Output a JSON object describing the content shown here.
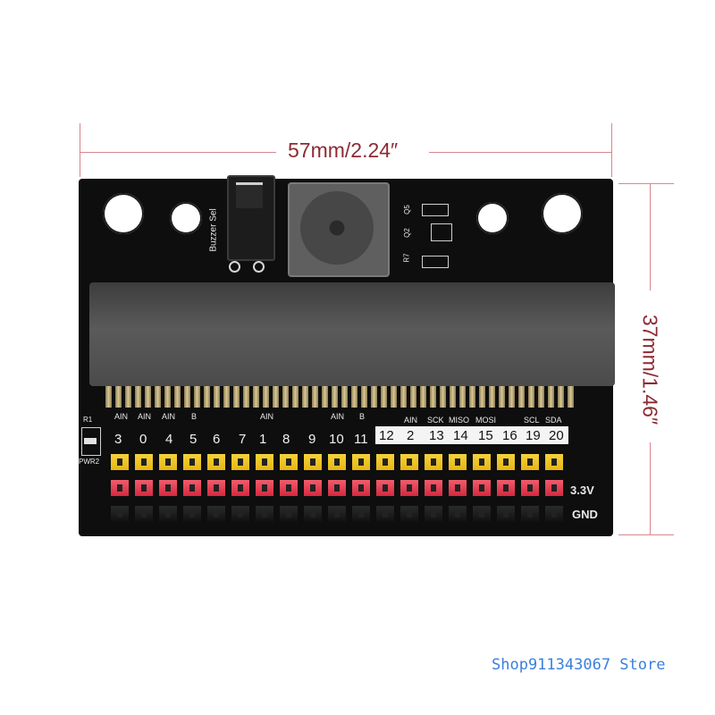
{
  "dimensions": {
    "width_label": "57mm/2.24″",
    "height_label": "37mm/1.46″"
  },
  "silkscreen": {
    "buzzer_label": "Buzzer Sel",
    "r1_label": "R1",
    "pwr_label": "PWR2",
    "comp_labels": [
      "Q5",
      "Q2",
      "R7"
    ],
    "function_labels": [
      "AIN",
      "AIN",
      "AIN",
      "B",
      "AIN",
      "AIN",
      "B",
      "AIN",
      "SCK",
      "MISO",
      "MOSI",
      "SCL",
      "SDA"
    ],
    "pins_left": [
      "3",
      "0",
      "4",
      "5",
      "6",
      "7",
      "1",
      "8",
      "9",
      "10",
      "11"
    ],
    "pins_right": [
      "12",
      "2",
      "13",
      "14",
      "15",
      "16",
      "19",
      "20"
    ],
    "rail_labels": [
      "3.3V",
      "GND"
    ]
  },
  "colors": {
    "board": "#0e0e0e",
    "signal_header": "#f4d33a",
    "power_header": "#e23a50",
    "ground_header": "#1a1a1a",
    "dimension_line": "#d9868b",
    "watermark": "#3a7fe0"
  },
  "watermark": "Shop911343067 Store"
}
